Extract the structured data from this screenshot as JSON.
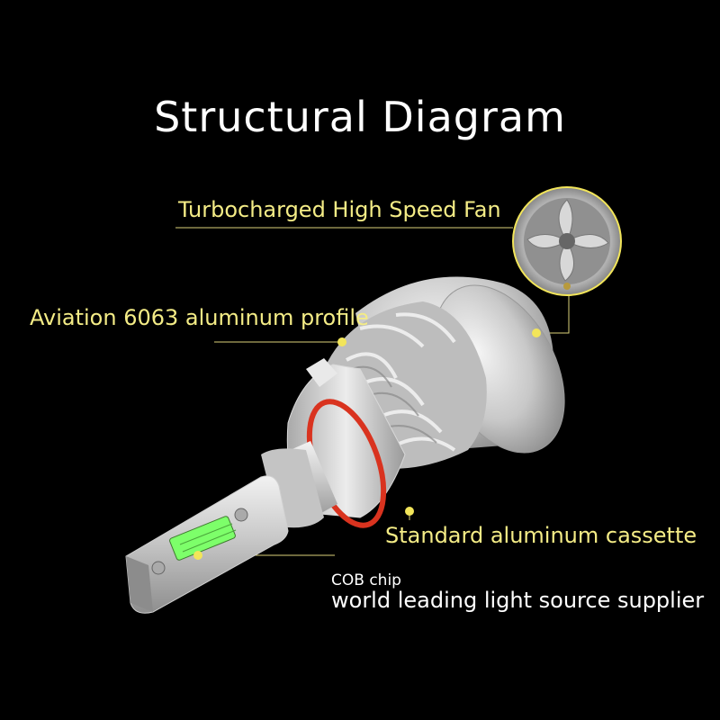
{
  "title": "Structural Diagram",
  "labels": {
    "fan": "Turbocharged High Speed Fan",
    "profile": "Aviation 6063 aluminum profile",
    "cassette": "Standard aluminum cassette",
    "chip": "COB chip",
    "supplier": "world leading light source supplier"
  },
  "colors": {
    "background": "#000000",
    "label": "#f4ec86",
    "leader_dot": "#f2e55a",
    "title": "#ffffff",
    "chip": "#7dff6a",
    "o_ring": "#d9331f"
  },
  "icons": {
    "bulb": "led-headlight-bulb",
    "fan_inset": "fan-rear-view"
  }
}
